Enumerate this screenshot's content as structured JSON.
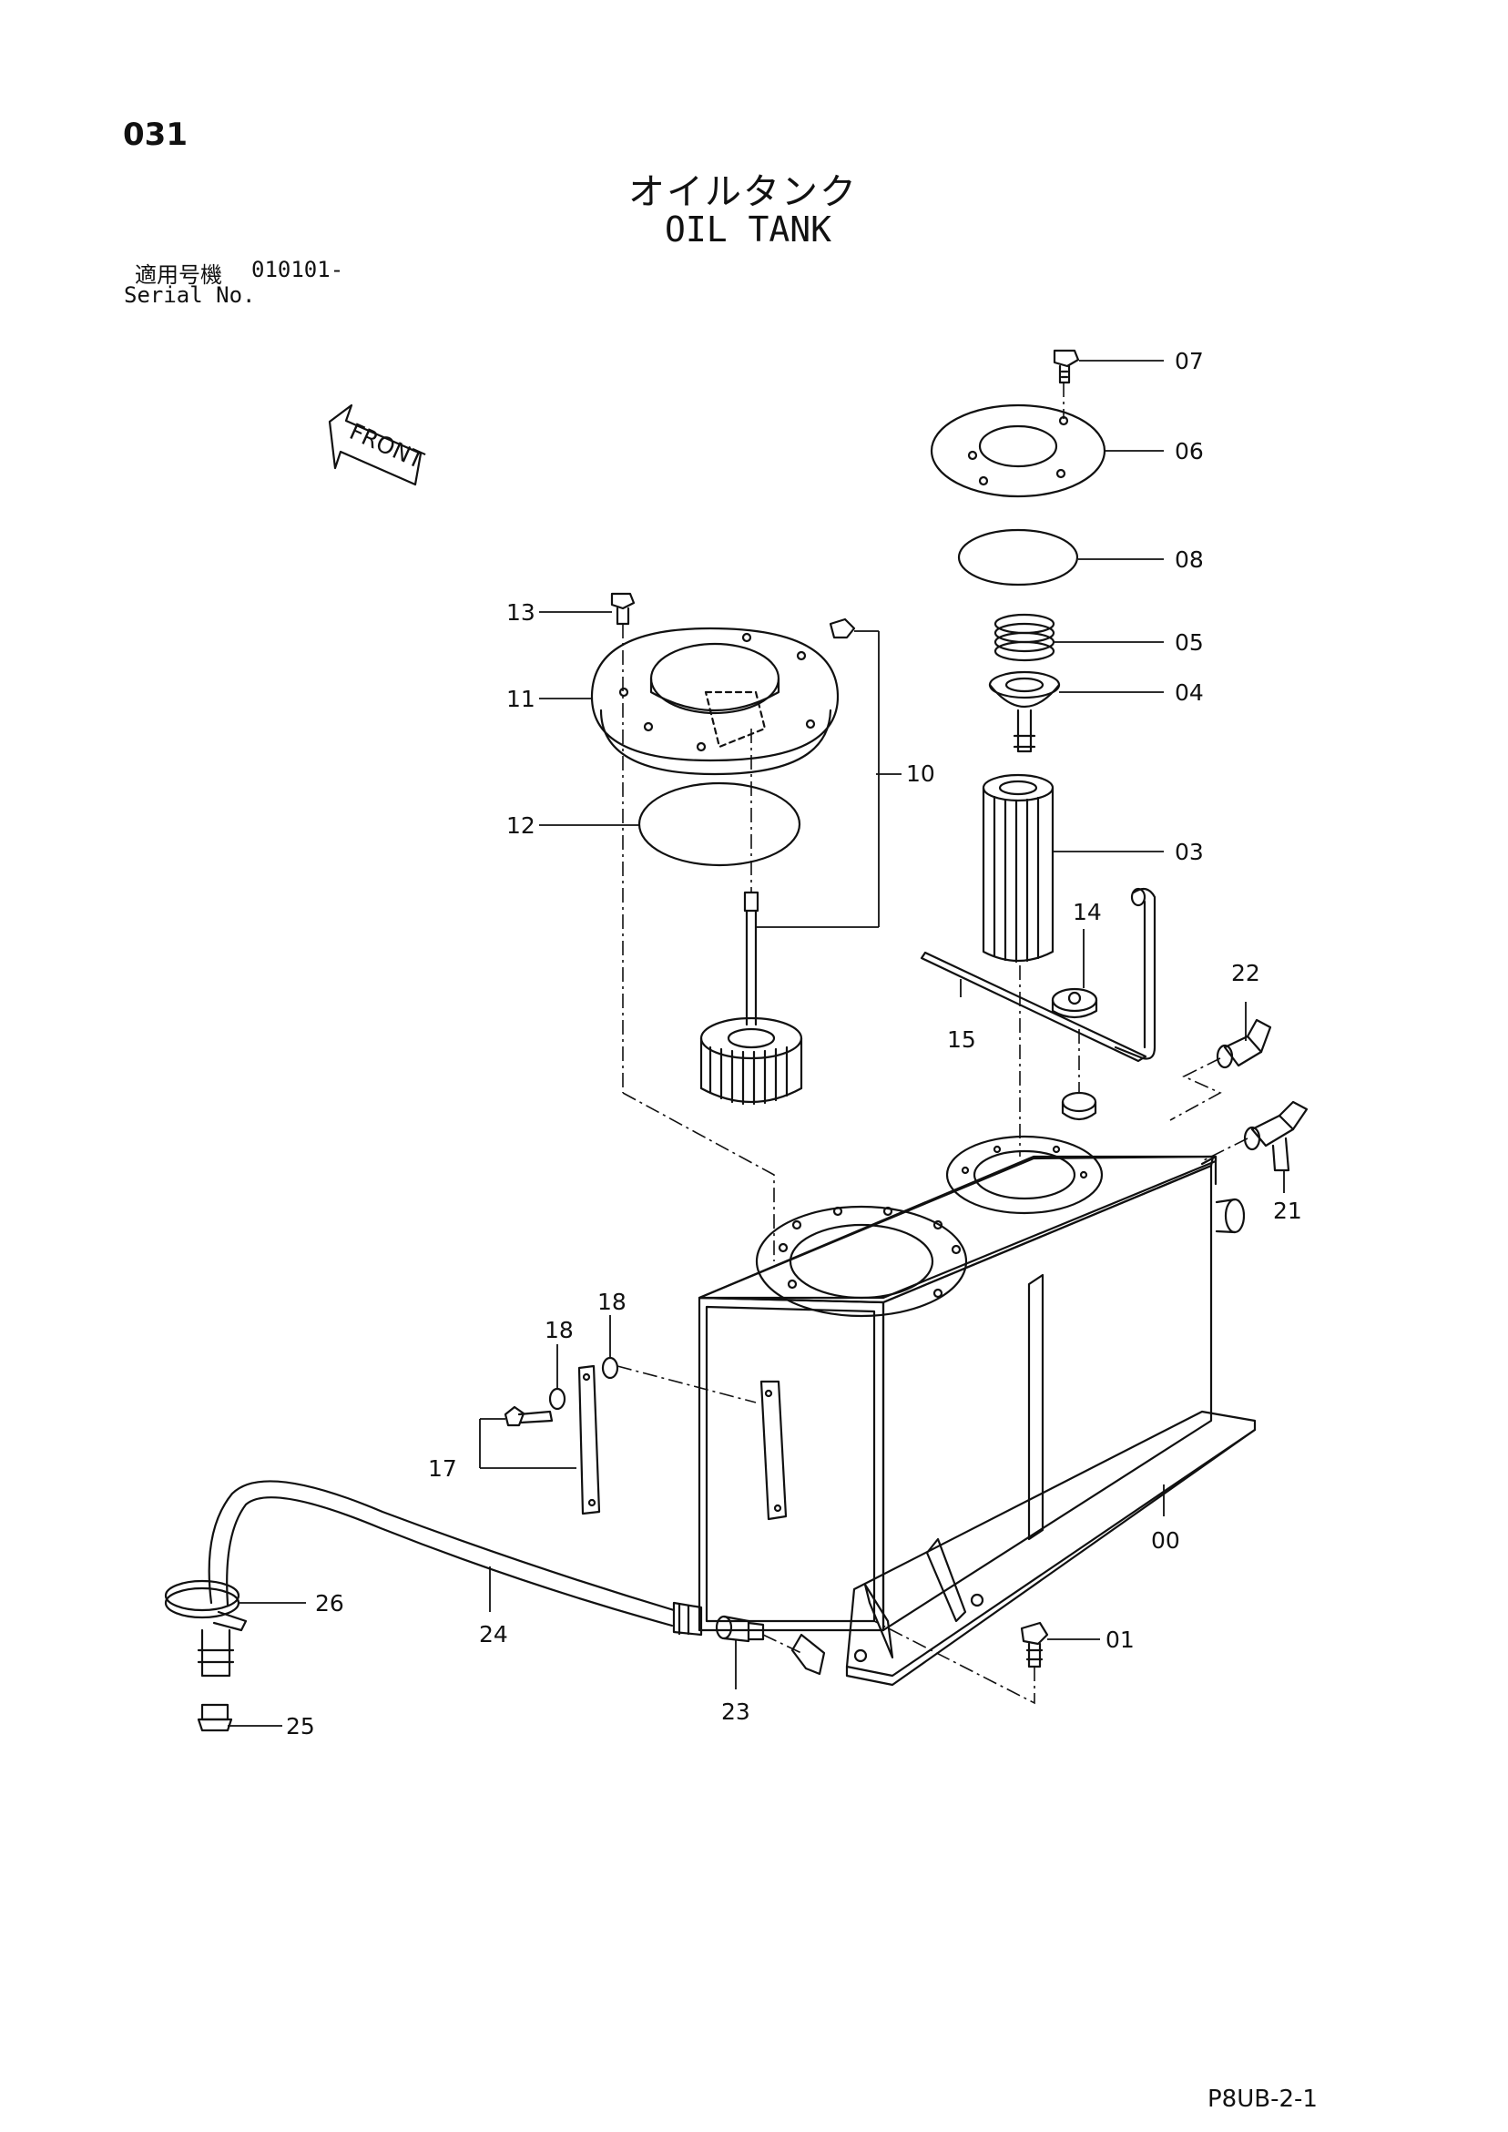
{
  "page_number": "031",
  "title_jp": "オイルタンク",
  "title_en": "OIL TANK",
  "serial_label_jp": "適用号機",
  "serial_value": "010101-",
  "serial_label_en": "Serial No.",
  "front_label": "FRONT",
  "drawing_code": "P8UB-2-1",
  "callouts": {
    "c00": "00",
    "c01": "01",
    "c03": "03",
    "c04": "04",
    "c05": "05",
    "c06": "06",
    "c07": "07",
    "c08": "08",
    "c10": "10",
    "c11": "11",
    "c12": "12",
    "c13": "13",
    "c14": "14",
    "c15": "15",
    "c17": "17",
    "c18a": "18",
    "c18b": "18",
    "c21": "21",
    "c22": "22",
    "c23": "23",
    "c24": "24",
    "c25": "25",
    "c26": "26"
  }
}
